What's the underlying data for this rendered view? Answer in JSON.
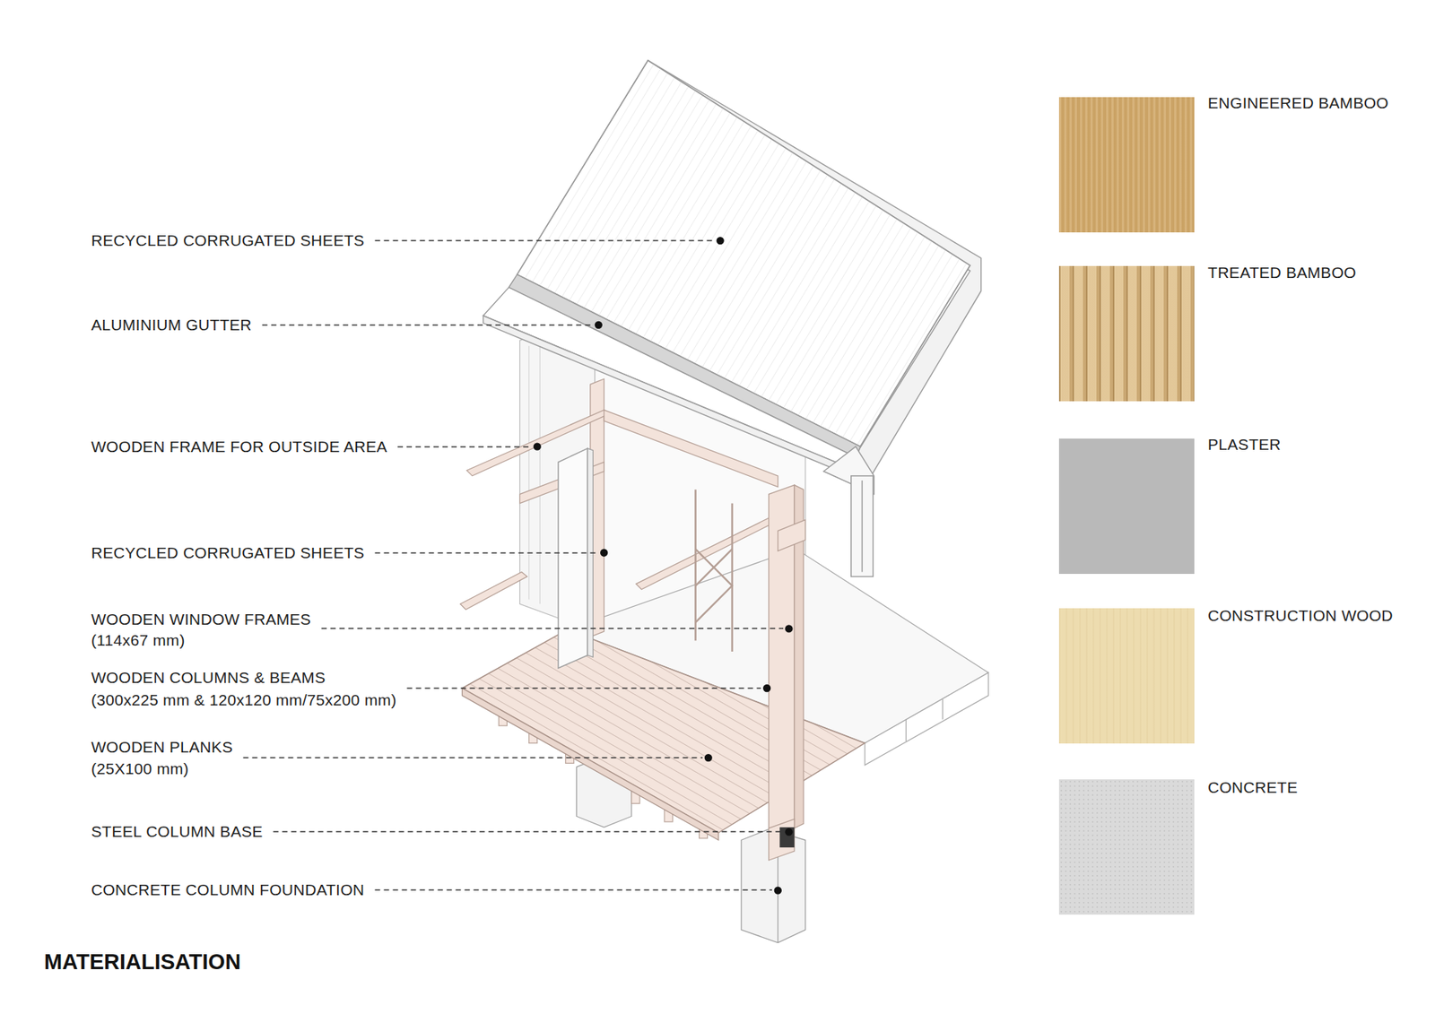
{
  "diagram": {
    "title": "MATERIALISATION",
    "labels": [
      "RECYCLED CORRUGATED SHEETS",
      "ALUMINIUM GUTTER",
      "WOODEN FRAME FOR OUTSIDE AREA",
      "RECYCLED CORRUGATED SHEETS",
      "WOODEN WINDOW FRAMES",
      "(114x67 mm)",
      "WOODEN COLUMNS & BEAMS",
      "(300x225 mm & 120x120 mm/75x200 mm)",
      "WOODEN PLANKS",
      "(25X100 mm)",
      "STEEL COLUMN BASE",
      "CONCRETE COLUMN FOUNDATION"
    ],
    "legend": [
      {
        "text": "ENGINEERED BAMBOO",
        "color": "#d2aa6c"
      },
      {
        "text": "TREATED BAMBOO",
        "color": "#d9b882"
      },
      {
        "text": "PLASTER",
        "color": "#b9b9b9"
      },
      {
        "text": "CONSTRUCTION WOOD",
        "color": "#eddcaf"
      },
      {
        "text": "CONCRETE",
        "color": "#dadada"
      }
    ]
  }
}
